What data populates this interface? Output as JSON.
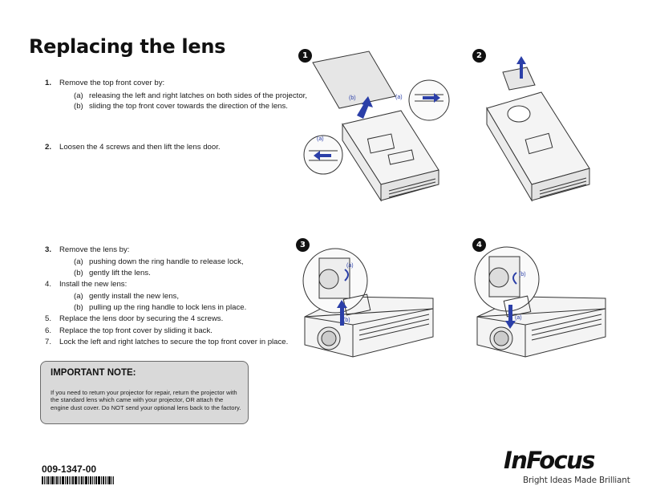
{
  "title": "Replacing the lens",
  "steps": {
    "s1": {
      "num": "1.",
      "text": "Remove the top front cover by:",
      "a_lbl": "(a)",
      "a": "releasing the left and right latches on both sides of the projector,",
      "b_lbl": "(b)",
      "b": "sliding the top front cover towards the direction of the lens."
    },
    "s2": {
      "num": "2.",
      "text": "Loosen the 4 screws and then lift the lens door."
    },
    "s3": {
      "num": "3.",
      "text": "Remove the lens by:",
      "a_lbl": "(a)",
      "a": "pushing down the ring handle to release lock,",
      "b_lbl": "(b)",
      "b": "gently lift the lens."
    },
    "s4": {
      "num": "4.",
      "text": "Install the new lens:",
      "a_lbl": "(a)",
      "a": "gently install the new lens,",
      "b_lbl": "(b)",
      "b": "pulling up the ring handle to lock lens in place."
    },
    "s5": {
      "num": "5.",
      "text": "Replace the lens door by securing the 4 screws."
    },
    "s6": {
      "num": "6.",
      "text": "Replace the top front cover by sliding it back."
    },
    "s7": {
      "num": "7.",
      "text": "Lock the left and right latches to secure the top front cover in place."
    }
  },
  "note": {
    "title": "IMPORTANT NOTE:",
    "body": "If you need to return your projector for repair, return the projector with the standard lens which came with your projector, OR attach the engine dust cover. Do NOT send your optional lens back to the factory."
  },
  "doc_number": "009-1347-00",
  "brand": {
    "logo": "InFocus",
    "tagline": "Bright Ideas Made Brilliant"
  },
  "figures": {
    "f1": {
      "badge": "1",
      "lbl_a1": "(a)",
      "lbl_a2": "(a)",
      "lbl_b": "(b)"
    },
    "f2": {
      "badge": "2"
    },
    "f3": {
      "badge": "3",
      "lbl_a": "(a)",
      "lbl_b": "(b)"
    },
    "f4": {
      "badge": "4",
      "lbl_a": "(a)",
      "lbl_b": "(b)"
    }
  },
  "colors": {
    "accent_arrow": "#2b3fa8",
    "note_bg": "#d9d9d9",
    "line": "#333333"
  }
}
